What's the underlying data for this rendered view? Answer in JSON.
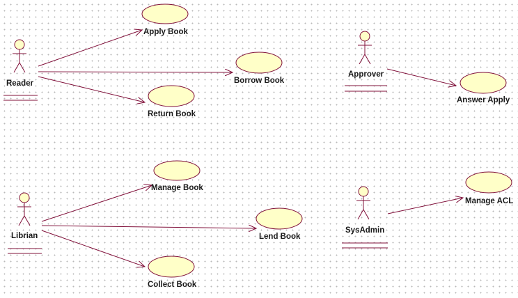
{
  "diagram": {
    "colors": {
      "line": "#80103a",
      "fill": "#ffffc8",
      "stroke": "#80103a",
      "dots": "#b9b9b9"
    },
    "actors": {
      "reader": "Reader",
      "approver": "Approver",
      "librian": "Librian",
      "sysadmin": "SysAdmin"
    },
    "use_cases": {
      "apply_book": "Apply Book",
      "borrow_book": "Borrow Book",
      "return_book": "Return Book",
      "answer_apply": "Answer Apply",
      "manage_book": "Manage Book",
      "lend_book": "Lend Book",
      "collect_book": "Collect Book",
      "manage_acl": "Manage ACL"
    },
    "associations": [
      {
        "from": "reader",
        "to": "apply_book"
      },
      {
        "from": "reader",
        "to": "borrow_book"
      },
      {
        "from": "reader",
        "to": "return_book"
      },
      {
        "from": "approver",
        "to": "answer_apply"
      },
      {
        "from": "librian",
        "to": "manage_book"
      },
      {
        "from": "librian",
        "to": "lend_book"
      },
      {
        "from": "librian",
        "to": "collect_book"
      },
      {
        "from": "sysadmin",
        "to": "manage_acl"
      }
    ]
  }
}
